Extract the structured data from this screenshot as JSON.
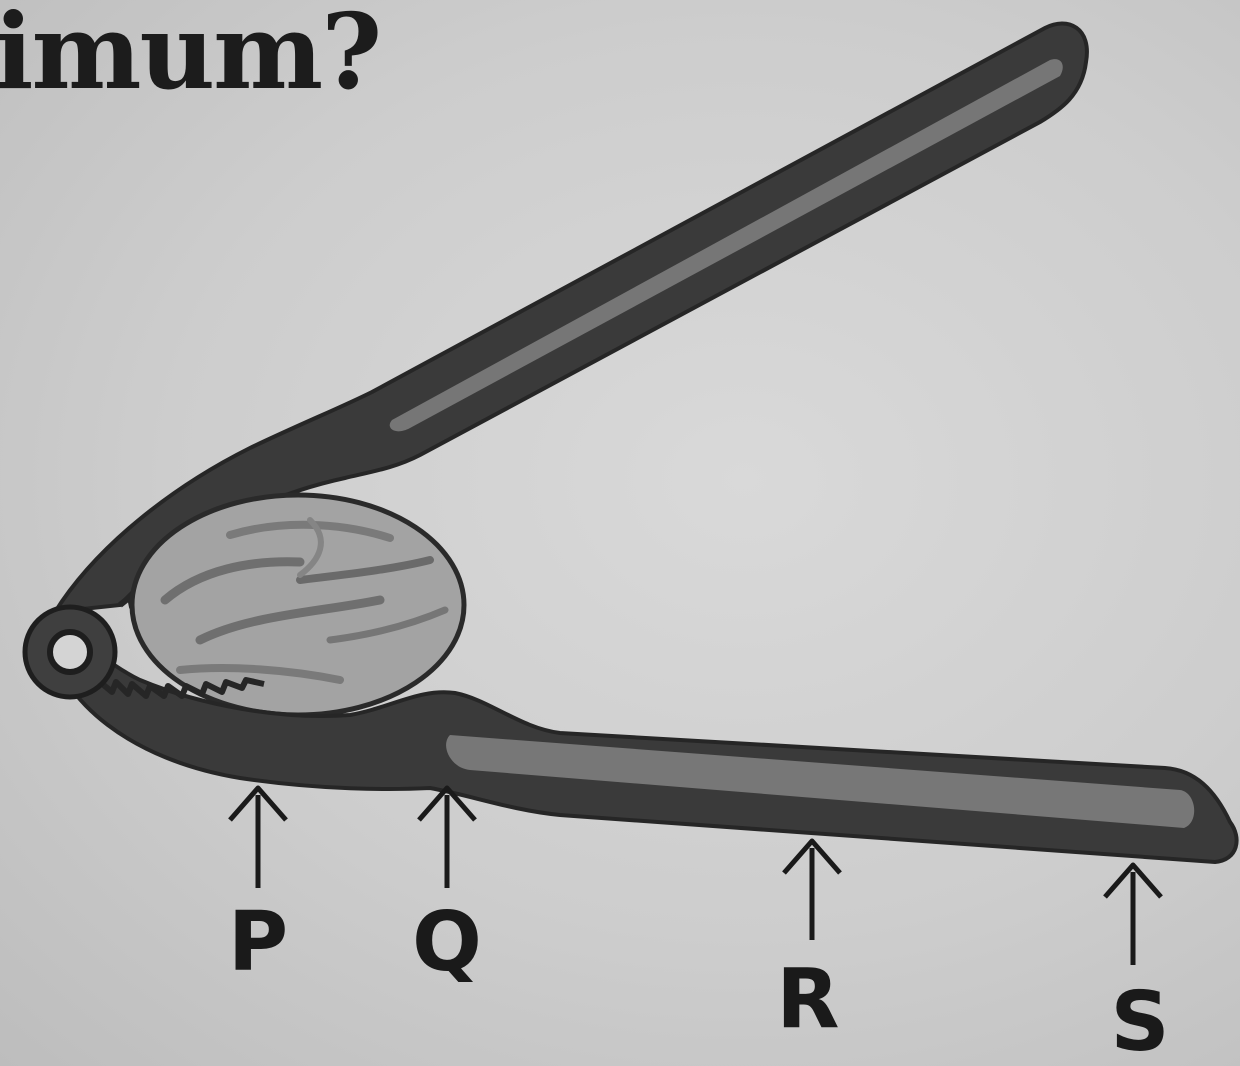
{
  "question": {
    "heading_fragment": "imum?"
  },
  "diagram": {
    "object": "nutcracker-with-nut",
    "points": [
      {
        "id": "P",
        "label": "P"
      },
      {
        "id": "Q",
        "label": "Q"
      },
      {
        "id": "R",
        "label": "R"
      },
      {
        "id": "S",
        "label": "S"
      }
    ],
    "colors": {
      "background": "#cfcfcf",
      "handle": "#3c3c3c",
      "handle_groove": "#7a7a7a",
      "nut": "#9e9e9e",
      "ink": "#1a1a1a"
    }
  }
}
